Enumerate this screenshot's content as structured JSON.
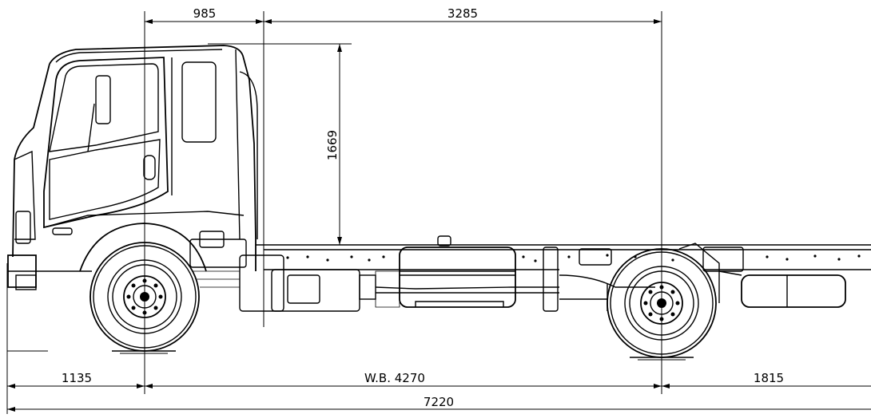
{
  "dimensions": {
    "cab_front_to_front_axle_top": "985",
    "front_axle_to_rear_axle_top": "3285",
    "cab_height": "1669",
    "front_overhang": "1135",
    "wheelbase": "W.B. 4270",
    "rear_overhang": "1815",
    "overall_length": "7220"
  }
}
